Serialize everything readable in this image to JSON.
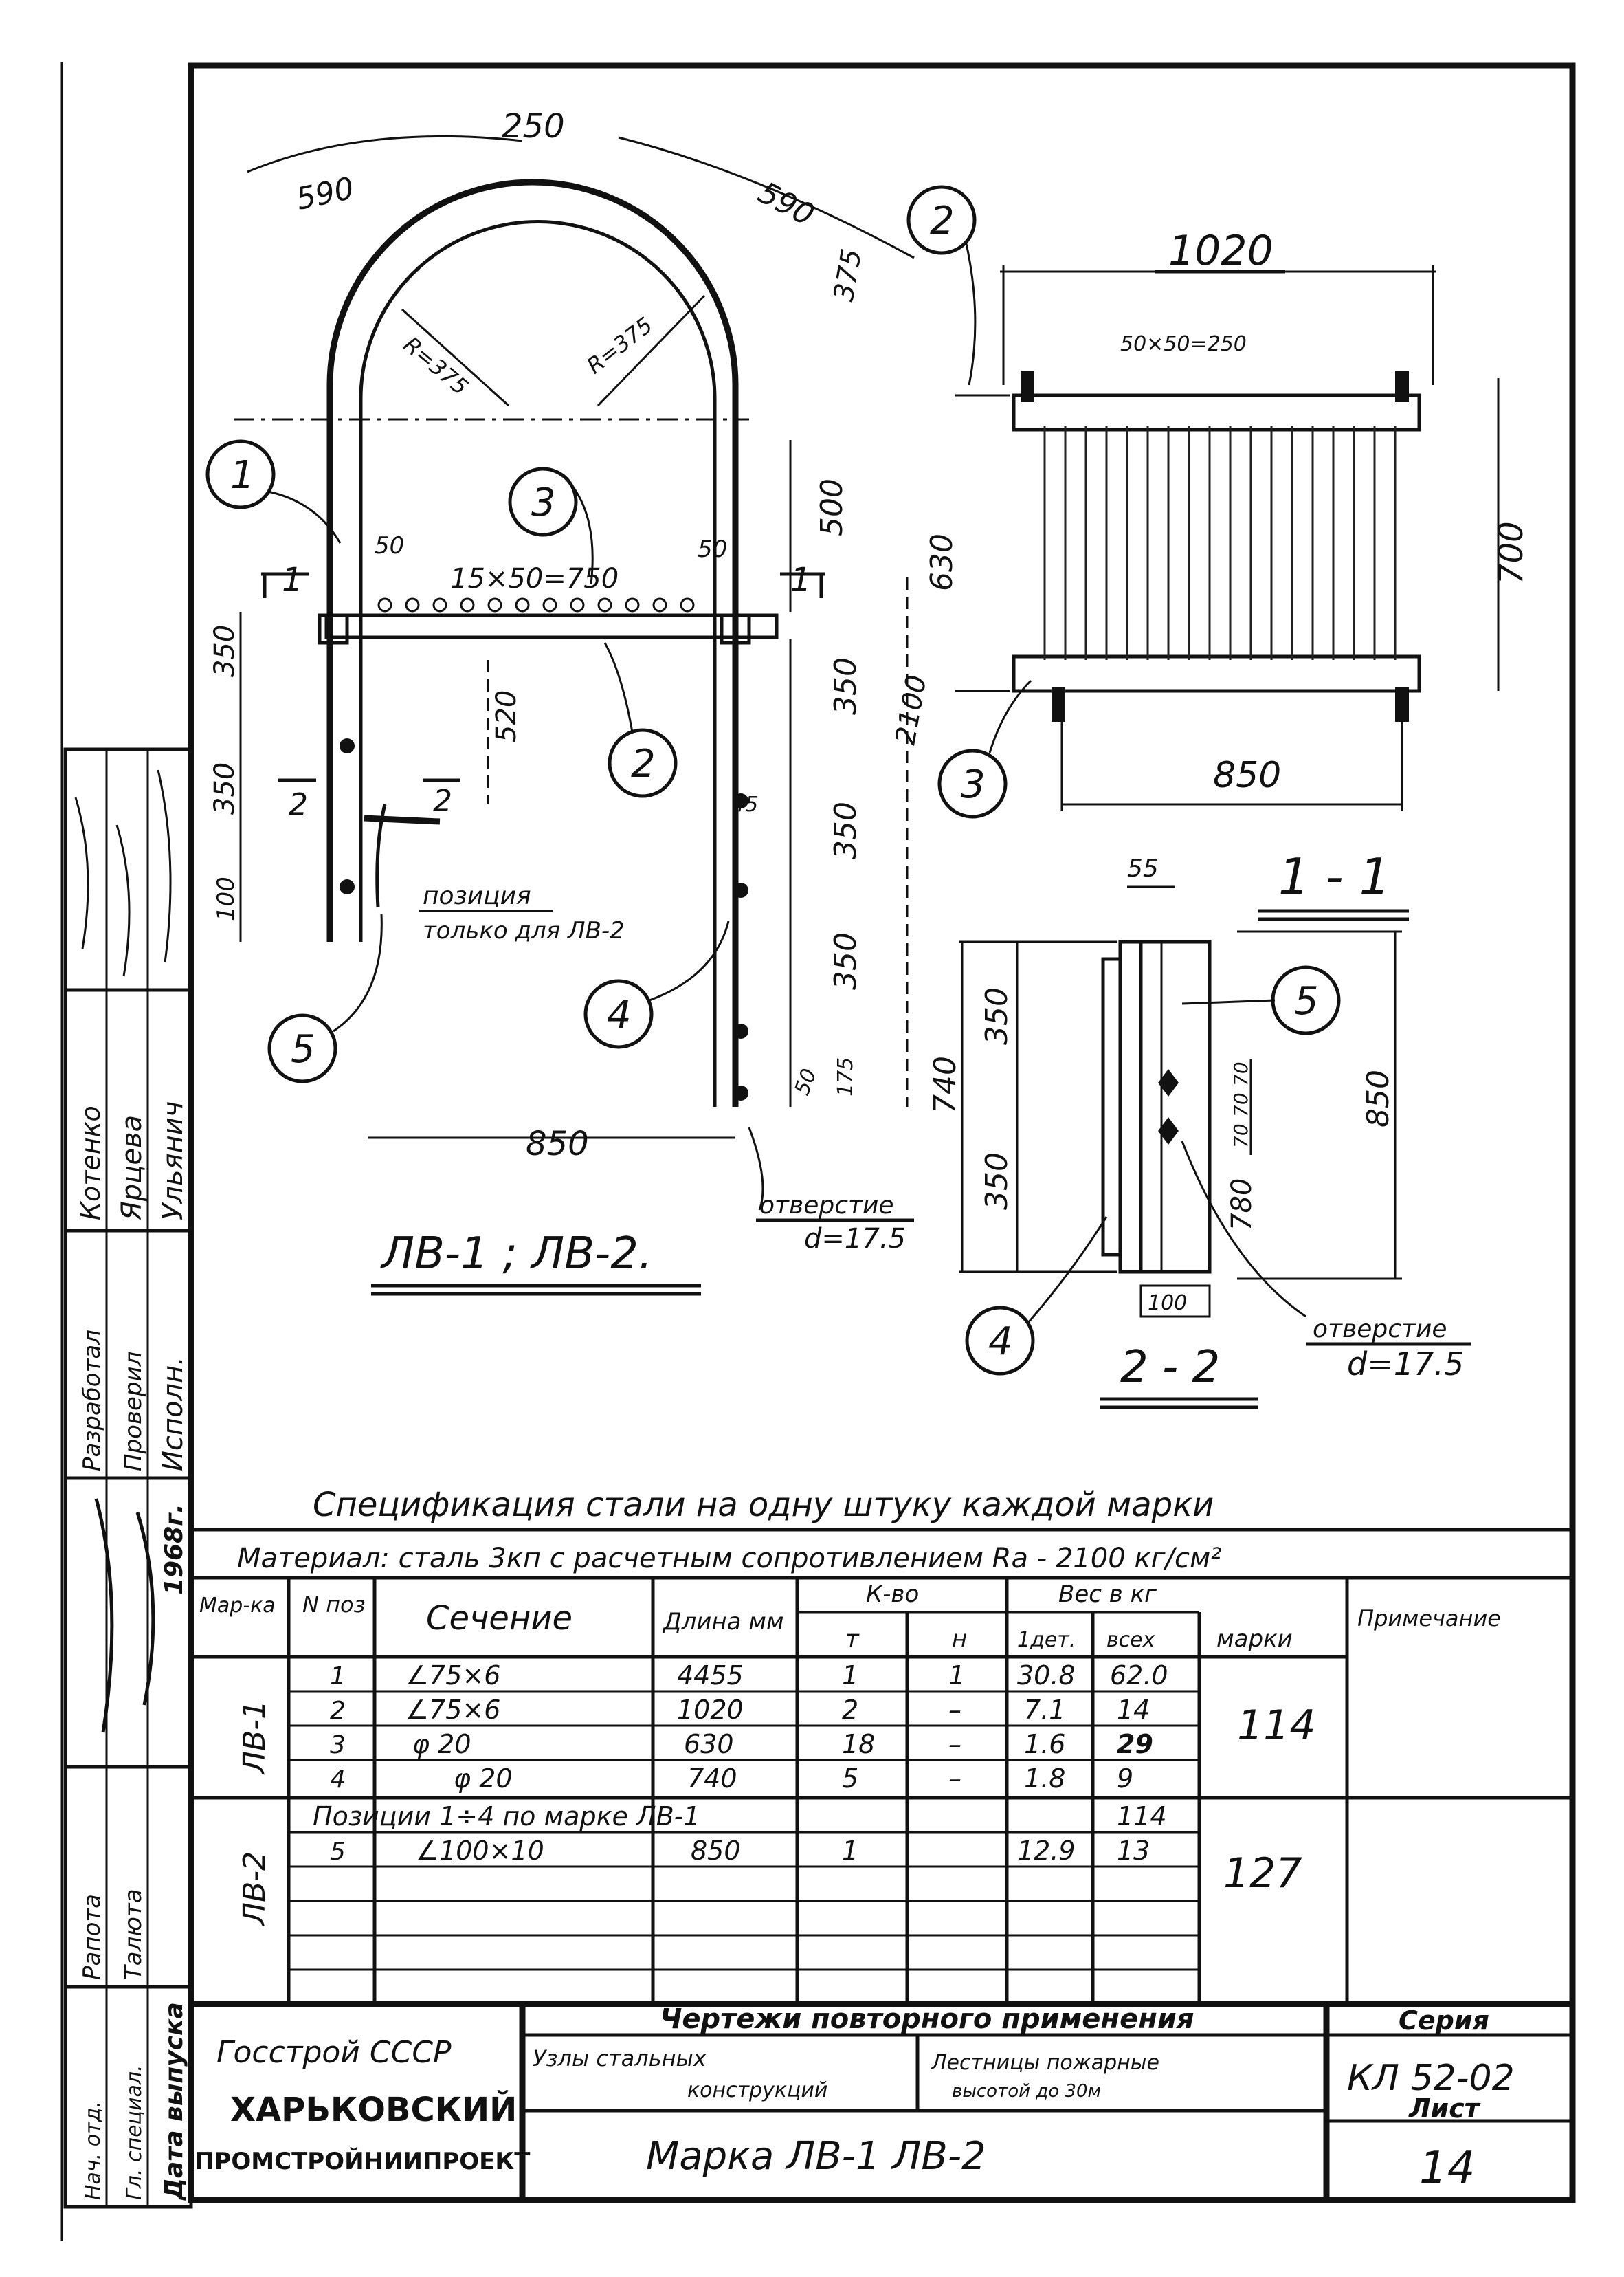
{
  "drawing": {
    "main_view_title": "ЛВ-1 ; ЛВ-2.",
    "section_1_title": "1 - 1",
    "section_2_title": "2 - 2",
    "section_mark_1": "1",
    "section_mark_2": "2",
    "dims": {
      "d250": "250",
      "d590a": "590",
      "d590b": "590",
      "d375": "375",
      "r375a": "R=375",
      "r375b": "R=375",
      "d50a": "50",
      "d50b": "50",
      "rungs": "15×50=750",
      "d500": "500",
      "d350a": "350",
      "d350b": "350",
      "d350c": "350",
      "d350d": "350",
      "d350e": "350",
      "d100": "100",
      "d520": "520",
      "d45": "45",
      "d2100": "2100",
      "d175": "175",
      "d50c": "50",
      "d850a": "850",
      "d740": "740",
      "d1020": "1020",
      "d50x5": "50×50=250",
      "d630": "630",
      "d700": "700",
      "d850b": "850",
      "d55": "55",
      "d350f": "350",
      "d350g": "350",
      "d70a": "70",
      "d70b": "70",
      "d70c": "70",
      "d850c": "850",
      "d780": "780",
      "d100b": "100"
    },
    "callouts": [
      "1",
      "2",
      "3",
      "4",
      "5"
    ],
    "note_position_line1": "позиция",
    "note_position_line2": "только для ЛВ-2",
    "hole_1_line1": "отверстие",
    "hole_1_line2": "d=17.5",
    "hole_2_line1": "отверстие",
    "hole_2_line2": "d=17.5"
  },
  "spec": {
    "title": "Спецификация стали на одну штуку каждой марки",
    "material": "Материал: сталь 3кп с расчетным сопротивлением Ra - 2100 кг/см²",
    "headers": {
      "mark": "Мар-ка",
      "pos": "N поз",
      "section": "Сечение",
      "length": "Длина мм",
      "qty": "К-во",
      "qty_t": "т",
      "qty_n": "н",
      "weight": "Вес в кг",
      "w_det": "1дет.",
      "w_all": "всех",
      "w_mark": "марки",
      "note": "Примечание"
    },
    "groups": [
      {
        "mark": "ЛВ-1",
        "mark_total": "114",
        "rows": [
          {
            "pos": "1",
            "section": "∠75×6",
            "length": "4455",
            "t": "1",
            "n": "1",
            "wdet": "30.8",
            "wall": "62.0"
          },
          {
            "pos": "2",
            "section": "∠75×6",
            "length": "1020",
            "t": "2",
            "n": "–",
            "wdet": "7.1",
            "wall": "14"
          },
          {
            "pos": "3",
            "section": "φ 20",
            "length": "630",
            "t": "18",
            "n": "–",
            "wdet": "1.6",
            "wall": "29"
          },
          {
            "pos": "4",
            "section": "φ 20",
            "length": "740",
            "t": "5",
            "n": "–",
            "wdet": "1.8",
            "wall": "9"
          }
        ]
      },
      {
        "mark": "ЛВ-2",
        "mark_total": "127",
        "span_text": "Позиции 1÷4 по марке ЛВ-1",
        "span_total": "114",
        "rows": [
          {
            "pos": "5",
            "section": "∠100×10",
            "length": "850",
            "t": "1",
            "n": "",
            "wdet": "12.9",
            "wall": "13"
          }
        ]
      }
    ]
  },
  "side_stamp": {
    "roles": [
      "Разработал",
      "Проверил",
      "Исполн."
    ],
    "names": [
      "Котенко",
      "Ярцева",
      "Ульянич"
    ],
    "roles2": [
      "Нач. отд.",
      "Гл. специал.",
      "Дата выпуска"
    ],
    "names2": [
      "Рапота",
      "Талюта",
      "1968г."
    ]
  },
  "title_block": {
    "org_line1": "Госстрой СССР",
    "org_line2": "ХАРЬКОВСКИЙ",
    "org_line3": "ПРОМСТРОЙНИИПРОЕКТ",
    "header": "Чертежи повторного применения",
    "work_line1": "Узлы стальных",
    "work_line2": "конструкций",
    "object_line1": "Лестницы пожарные",
    "object_line2": "высотой до 30м",
    "series_label": "Серия",
    "series": "КЛ 52-02",
    "sheet_label": "Лист",
    "sheet": "14",
    "subject": "Марка ЛВ-1 ЛВ-2"
  }
}
